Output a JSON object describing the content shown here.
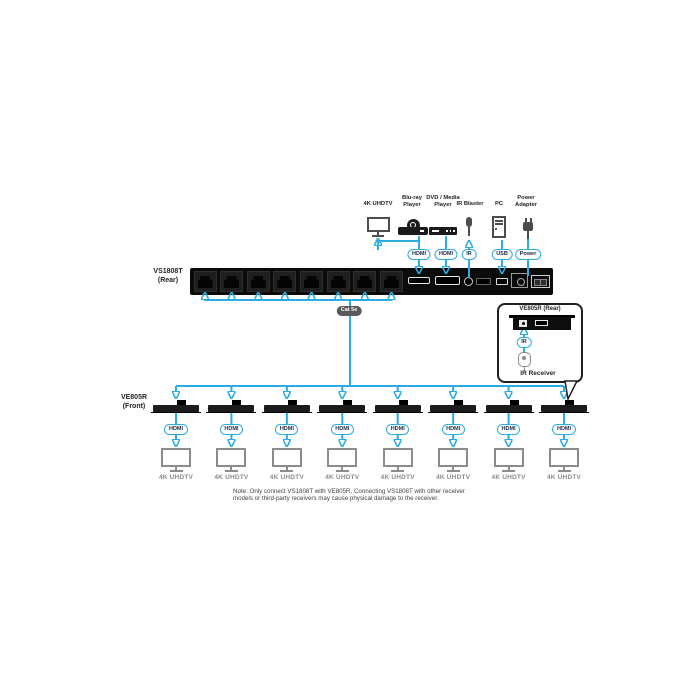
{
  "colors": {
    "cable": "#2BACE2",
    "ink": "#231F20",
    "grey": "#8C8C8C"
  },
  "top": {
    "uhdtv_label": "4K UHDTV",
    "bluray_label": "Blu-ray\nPlayer",
    "dvd_label": "DVD / Media\nPlayer",
    "ir_blaster_label": "IR Blaster",
    "pc_label": "PC",
    "power_adapter_label": "Power\nAdapter"
  },
  "pills": {
    "hdmi_out": "HDMI",
    "hdmi_in": "HDMI",
    "ir": "IR",
    "usb": "USB",
    "power": "Power",
    "cat": "Cat 5e",
    "inset_ir": "IR"
  },
  "transmitter": {
    "model": "VS1808T",
    "view": "(Rear)"
  },
  "receiver_group": {
    "model": "VE805R",
    "view": "(Front)"
  },
  "inset": {
    "title": "VE805R (Rear)",
    "label": "IR Receiver"
  },
  "receivers": [
    {
      "label": "4K UHDTV"
    },
    {
      "label": "4K UHDTV"
    },
    {
      "label": "4K UHDTV"
    },
    {
      "label": "4K UHDTV"
    },
    {
      "label": "4K UHDTV"
    },
    {
      "label": "4K UHDTV"
    },
    {
      "label": "4K UHDTV"
    },
    {
      "label": "4K UHDTV"
    }
  ],
  "note": {
    "line1": "Note: Only connect VS1808T with VE805R. Connecting VS1808T with other receiver",
    "line2": "models or third-party receivers may cause physical damage to the receiver."
  }
}
